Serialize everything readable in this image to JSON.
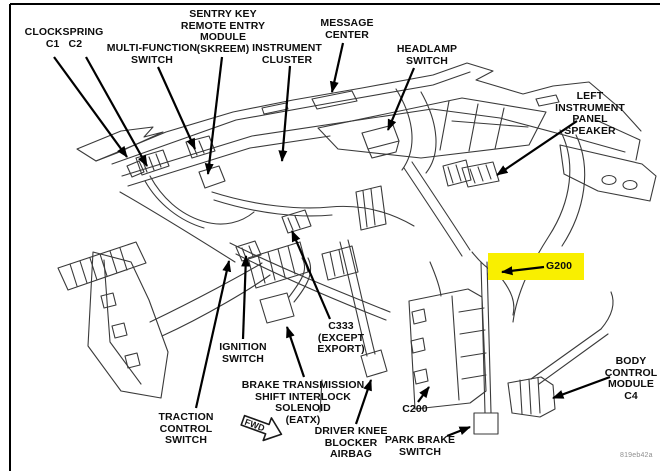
{
  "figure": {
    "highlight_color": "#f9ef00",
    "code": "819eb42a",
    "labels": {
      "clockspring": "CLOCKSPRING\nC1   C2",
      "multi_function_switch": "MULTI-FUNCTION\nSWITCH",
      "skreem": "SENTRY KEY\nREMOTE ENTRY\nMODULE\n(SKREEM)",
      "message_center": "MESSAGE\nCENTER",
      "instrument_cluster": "INSTRUMENT\nCLUSTER",
      "headlamp_switch": "HEADLAMP\nSWITCH",
      "left_speaker": "LEFT\nINSTRUMENT\nPANEL SPEAKER",
      "g200": "G200",
      "ignition_switch": "IGNITION\nSWITCH",
      "c333": "C333\n(EXCEPT\nEXPORT)",
      "btsi": "BRAKE TRANSMISSION\nSHIFT INTERLOCK\nSOLENOID\n(EATX)",
      "traction_control": "TRACTION\nCONTROL\nSWITCH",
      "fwd": "FWD",
      "knee_airbag": "DRIVER KNEE\nBLOCKER\nAIRBAG",
      "c200": "C200",
      "park_brake": "PARK BRAKE\nSWITCH",
      "bcm": "BODY\nCONTROL\nMODULE C4"
    }
  }
}
